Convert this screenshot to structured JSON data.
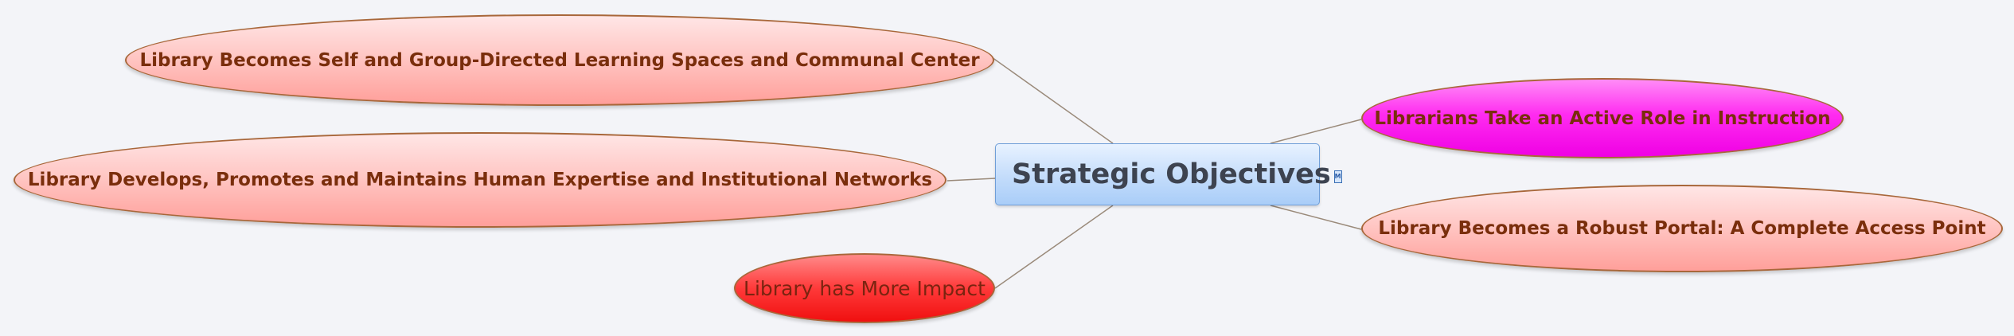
{
  "central": {
    "title": "Strategic Objectives",
    "icon": "memo-icon",
    "icon_glyph": "M"
  },
  "topics": [
    {
      "id": "self-directed",
      "label": "Library Becomes Self and Group-Directed Learning Spaces and Communal Center",
      "fill": "#ffc4c1"
    },
    {
      "id": "human-expertise",
      "label": "Library Develops, Promotes and Maintains Human Expertise and Institutional Networks",
      "fill": "#ffc4c1"
    },
    {
      "id": "more-impact",
      "label": "Library has More Impact",
      "fill": "#ff3a3a"
    },
    {
      "id": "active-role",
      "label": "Librarians Take an Active Role in Instruction",
      "fill": "#ff2cf0"
    },
    {
      "id": "robust-portal",
      "label": "Library Becomes a Robust Portal:  A Complete Access Point",
      "fill": "#ffc4c1"
    }
  ],
  "colors": {
    "background": "#f3f4f8",
    "connector": "#9a8a7a",
    "text": "#7a2e0c",
    "border": "#a8673a"
  }
}
